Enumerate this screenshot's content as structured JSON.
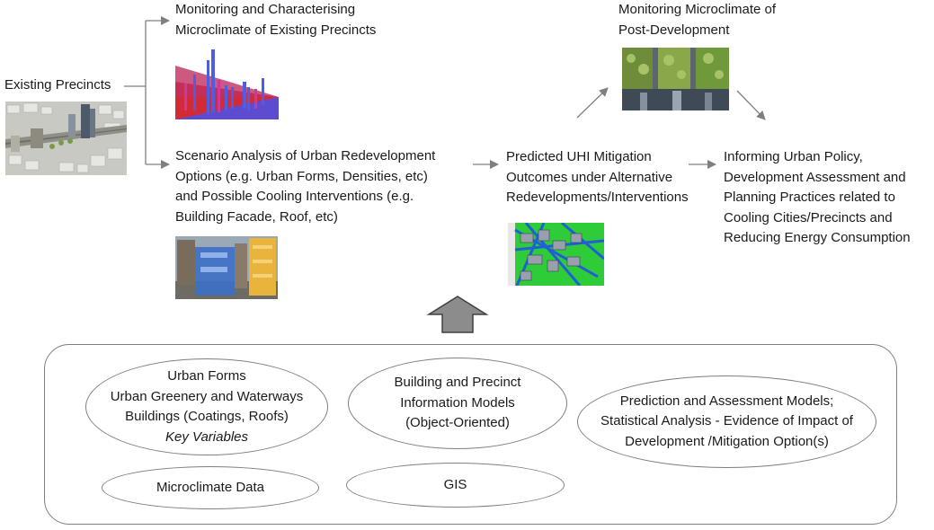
{
  "nodes": {
    "existing_precincts": "Existing Precincts",
    "monitoring_existing": [
      "Monitoring and Characterising",
      "Microclimate of Existing Precincts"
    ],
    "scenario_analysis": [
      "Scenario Analysis of Urban Redevelopment",
      "Options (e.g. Urban Forms, Densities, etc)",
      "and Possible Cooling Interventions (e.g.",
      "Building Facade, Roof, etc)"
    ],
    "predicted_uhi": [
      "Predicted UHI Mitigation",
      "Outcomes under Alternative",
      "Redevelopments/Interventions"
    ],
    "monitoring_post": [
      "Monitoring Microclimate of",
      "Post-Development"
    ],
    "informing_policy": [
      "Informing Urban Policy,",
      "Development Assessment and",
      "Planning Practices related to",
      "Cooling Cities/Precincts and",
      "Reducing Energy Consumption"
    ]
  },
  "inputs": {
    "urban_forms": [
      "Urban Forms",
      "Urban Greenery and Waterways",
      "Buildings (Coatings, Roofs)",
      "Key Variables"
    ],
    "bim": [
      "Building and Precinct",
      "Information Models",
      "(Object-Oriented)"
    ],
    "prediction": [
      "Prediction and Assessment Models;",
      "Statistical Analysis - Evidence of Impact of",
      "Development /Mitigation Option(s)"
    ],
    "microclimate_data": "Microclimate Data",
    "gis": "GIS"
  },
  "colors": {
    "arrow": "#7f7f7f",
    "block_arrow_fill": "#8c8c8c",
    "block_arrow_stroke": "#404040"
  }
}
